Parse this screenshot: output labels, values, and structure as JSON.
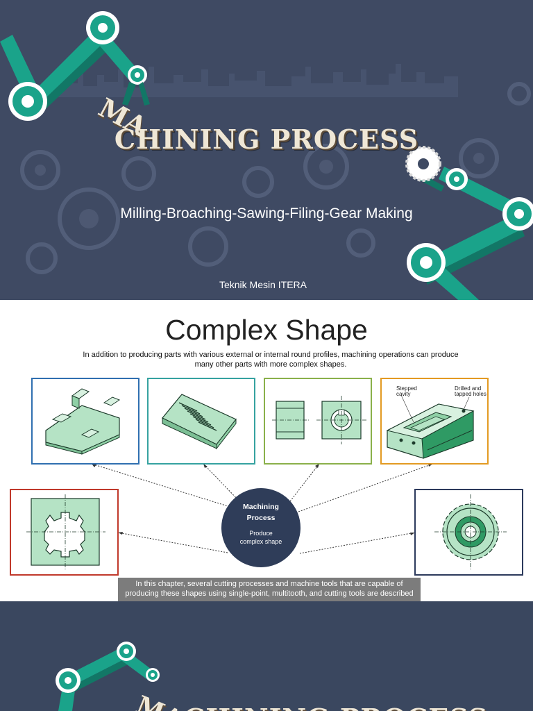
{
  "slide1": {
    "title_prefix": "MA",
    "title_rest": "CHINING PROCESS",
    "subtitle": "Milling-Broaching-Sawing-Filing-Gear Making",
    "author": "Teknik Mesin ITERA"
  },
  "slide2": {
    "title": "Complex Shape",
    "intro": "In addition to producing parts with various external or internal round profiles, machining operations can produce many other parts with more complex shapes.",
    "center": {
      "title_line1": "Machining",
      "title_line2": "Process",
      "sub_line1": "Produce",
      "sub_line2": "complex shape"
    },
    "box4_label1_line1": "Stepped",
    "box4_label1_line2": "cavity",
    "box4_label2_line1": "Drilled and",
    "box4_label2_line2": "tapped holes",
    "note": "In this chapter, several cutting processes and machine tools that are capable of producing these shapes using single-point, multitooth, and cutting tools are described",
    "box_colors": [
      "#2f6fb0",
      "#35a2a0",
      "#8ab04a",
      "#e39a22",
      "#c0392b",
      "#2c3a5c"
    ]
  },
  "slide3": {
    "title_prefix": "MA",
    "title_rest": "CHINING PROCESS"
  },
  "colors": {
    "slide_bg": "#3f4a63",
    "arm_teal": "#1aa38a",
    "arm_dark": "#127766",
    "part_green": "#b5e3c5",
    "center_circle": "#2f3d59"
  }
}
